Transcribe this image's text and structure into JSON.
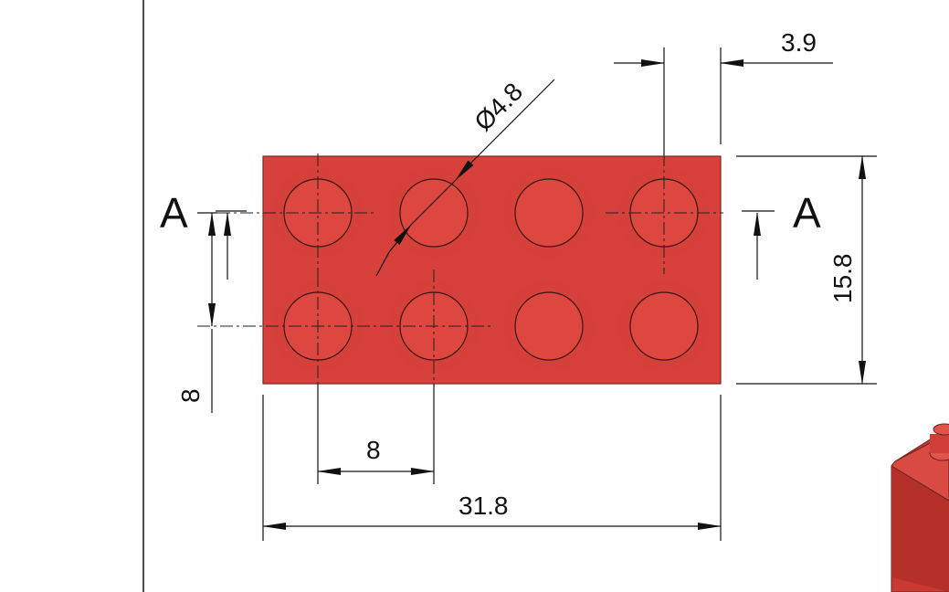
{
  "drawing": {
    "part_color": "#d8413b",
    "part_edge_color": "#7a2a22",
    "stud_color": "#dd4740",
    "line_color": "#111111",
    "dimensions": {
      "stud_diameter": "Ø4.8",
      "edge_offset": "3.9",
      "height": "15.8",
      "width": "31.8",
      "stud_pitch_x": "8",
      "stud_pitch_y": "8"
    },
    "section_labels": {
      "left": "A",
      "right": "A"
    }
  }
}
